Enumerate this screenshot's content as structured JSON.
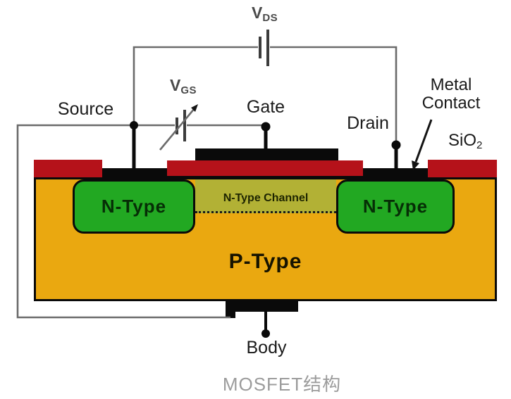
{
  "caption": "MOSFET结构",
  "terminals": {
    "source": "Source",
    "gate": "Gate",
    "drain": "Drain",
    "body": "Body"
  },
  "annotations": {
    "metal_contact_line1": "Metal",
    "metal_contact_line2": "Contact",
    "sio2_main": "SiO",
    "sio2_sub": "2"
  },
  "voltage_sources": {
    "vds_main": "V",
    "vds_sub": "DS",
    "vgs_main": "V",
    "vgs_sub": "GS"
  },
  "regions": {
    "n_left": "N-Type",
    "n_right": "N-Type",
    "channel": "N-Type Channel",
    "substrate": "P-Type"
  },
  "colors": {
    "sio2_red": "#b5121a",
    "substrate_yellow": "#eaa810",
    "n_type_green": "#22a822",
    "channel_olive": "#b2b135",
    "metal_black": "#0a0a0a",
    "wire_gray": "#6b6b6b",
    "label_dark": "#1a1a1a",
    "vlabel_gray": "#4a4a4a",
    "caption_gray": "#9c9c9c",
    "background": "#ffffff"
  }
}
